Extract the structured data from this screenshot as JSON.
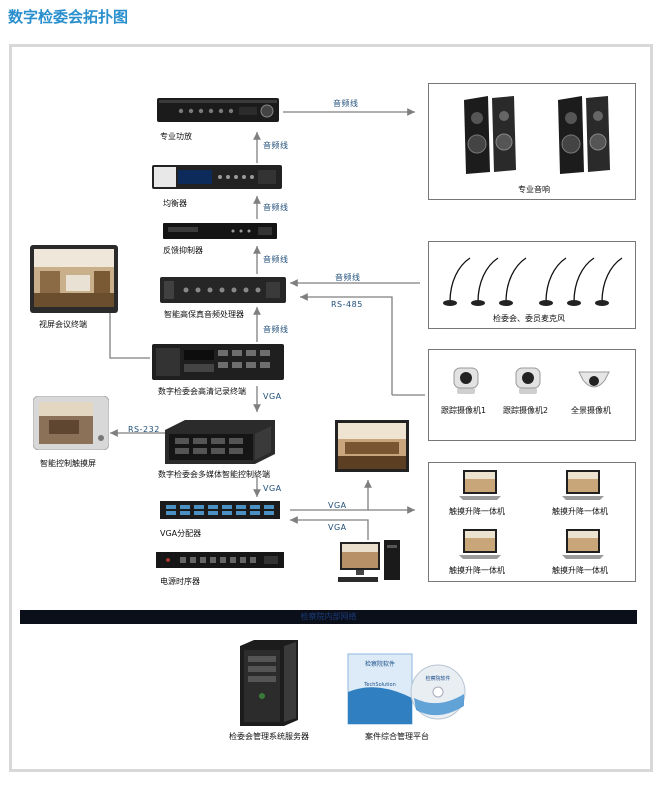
{
  "title": "数字检委会拓扑图",
  "devices": {
    "amplifier": "专业功放",
    "equalizer": "均衡器",
    "feedback_suppressor": "反馈抑制器",
    "processor": "智能高保真音频处理器",
    "recorder": "数字检委会高清记录终端",
    "controller": "数字检委会多媒体智能控制终端",
    "vga_splitter": "VGA分配器",
    "power_sequencer": "电源时序器",
    "video_terminal": "视屏会议终端",
    "touch_panel": "智能控制触摸屏",
    "speakers": "专业音响",
    "microphones": "检委会、委员麦克风",
    "tracking_camera_1": "跟踪摄像机1",
    "tracking_camera_2": "跟踪摄像机2",
    "panorama_camera": "全景摄像机",
    "lift_tl": "触摸升降一体机",
    "lift_tr": "触摸升降一体机",
    "lift_bl": "触摸升降一体机",
    "lift_br": "触摸升降一体机",
    "server": "检委会管理系统服务器",
    "platform": "案件综合管理平台"
  },
  "signals": {
    "audio_to_speakers": "音频线",
    "audio_amp": "音频线",
    "audio_eq": "音频线",
    "audio_fb": "音频线",
    "audio_proc": "音频线",
    "audio_mic": "音频线",
    "rs485": "RS-485",
    "vga_recorder": "VGA",
    "vga_controller": "VGA",
    "vga_out": "VGA",
    "vga_in": "VGA",
    "rs232": "RS-232"
  },
  "network_bar": "检察院内部网络",
  "software_box": {
    "title": "检察院软件",
    "brand": "TechSolution",
    "disc_label": "检察院软件"
  },
  "colors": {
    "title": "#2a8fcd",
    "signal_text": "#1f4e79",
    "arrow": "#7f7f7f",
    "bar": "#0a0f1a"
  }
}
